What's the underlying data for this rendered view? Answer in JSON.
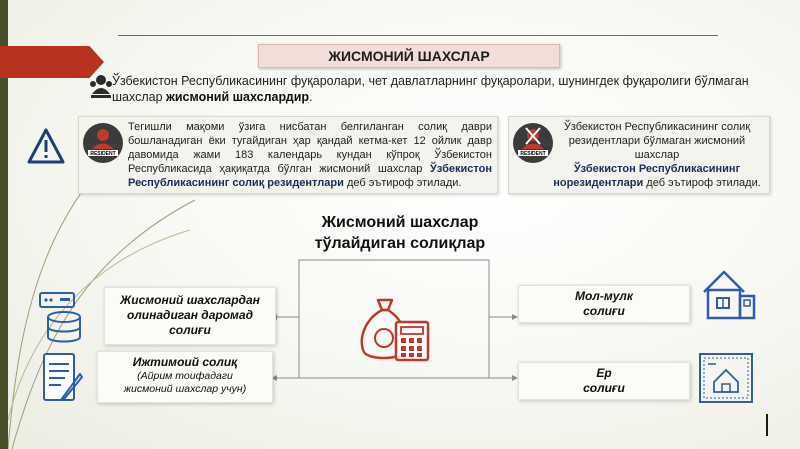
{
  "header": {
    "title": "ЖИСМОНИЙ ШАХСЛАР"
  },
  "intro": {
    "text": "Ўзбекистон Республикасининг фуқаролари, чет давлатларнинг фуқаролари, шунингдек фуқаролиги бўлмаган шахслар ",
    "bold": "жисмоний шахслардир",
    "end": "."
  },
  "resident_card": {
    "badge": "RESIDENT",
    "text": "Тегишли мақоми ўзига нисбатан белгиланган солиқ даври бошланадиган ёки тугайдиган ҳар қандай кетма-кет 12 ойлик давр давомида жами 183 календарь кундан кўпроқ Ўзбекистон Республикасида ҳақиқатда бўлган жисмоний шахслар ",
    "bold": "Ўзбекистон Республикасининг солиқ резидентлари",
    "end": " деб эътироф этилади."
  },
  "nonresident_card": {
    "badge": "RESIDENT",
    "text": "Ўзбекистон Республикасининг солиқ резидентлари бўлмаган жисмоний шахслар",
    "bold": "Ўзбекистон Республикасининг норезидентлари",
    "end": " деб эътироф этилади."
  },
  "center": {
    "line1": "Жисмоний шахслар",
    "line2": "тўлайдиган солиқлар"
  },
  "taxes": {
    "income": {
      "line1": "Жисмоний шахслардан",
      "line2": "олинадиган даромад",
      "line3": "солиғи"
    },
    "social": {
      "line1": "Ижтимоий солиқ",
      "line2": "(Айрим тоифадаги",
      "line3": "жисмоний шахслар учун)"
    },
    "property": {
      "line1": "Мол-мулк",
      "line2": "солиғи"
    },
    "land": {
      "line1": "Ер",
      "line2": "солиғи"
    }
  },
  "colors": {
    "accent": "#b8321f",
    "navy": "#1b2d5a",
    "icon": "#2f5ea8"
  }
}
